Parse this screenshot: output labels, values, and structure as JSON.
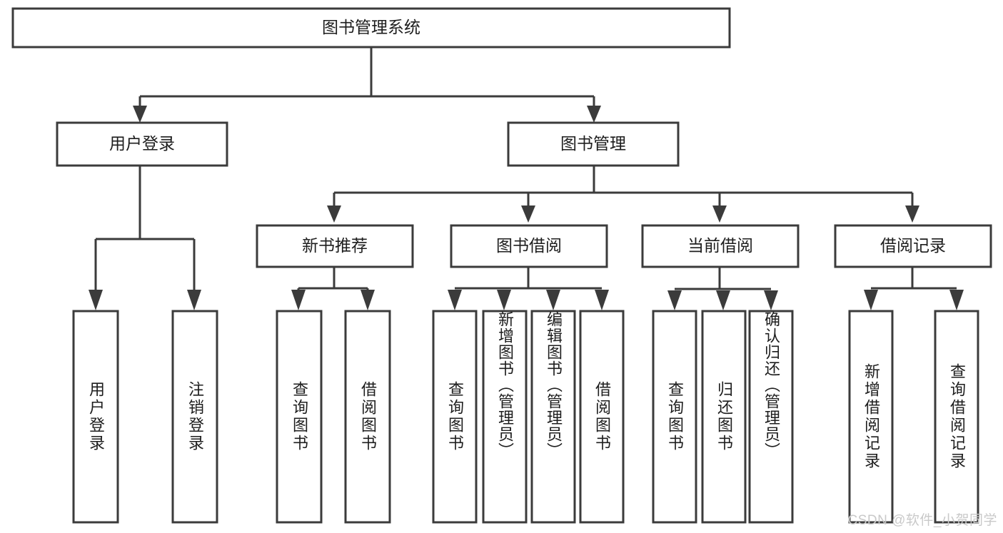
{
  "diagram": {
    "type": "tree-hierarchy",
    "title": "图书管理系统",
    "watermark": "CSDN @软件_小贺同学",
    "colors": {
      "stroke": "#3b3b3b",
      "box_fill": "#ffffff",
      "text": "#1d1d1d",
      "background": "#ffffff",
      "watermark": "#c9c9c9"
    },
    "root": {
      "label": "图书管理系统",
      "orientation": "horizontal"
    },
    "level1": [
      {
        "label": "用户登录",
        "orientation": "horizontal"
      },
      {
        "label": "图书管理",
        "orientation": "horizontal"
      }
    ],
    "level2": [
      {
        "label": "新书推荐",
        "orientation": "horizontal"
      },
      {
        "label": "图书借阅",
        "orientation": "horizontal"
      },
      {
        "label": "当前借阅",
        "orientation": "horizontal"
      },
      {
        "label": "借阅记录",
        "orientation": "horizontal"
      }
    ],
    "leaves": {
      "user_login": [
        {
          "label": "用户登录",
          "orientation": "vertical"
        },
        {
          "label": "注销登录",
          "orientation": "vertical"
        }
      ],
      "new_book_recommend": [
        {
          "label": "查询图书",
          "orientation": "vertical"
        },
        {
          "label": "借阅图书",
          "orientation": "vertical"
        }
      ],
      "book_borrow": [
        {
          "label": "查询图书",
          "orientation": "vertical"
        },
        {
          "label": "新增图书（管理员）",
          "orientation": "vertical"
        },
        {
          "label": "编辑图书（管理员）",
          "orientation": "vertical"
        },
        {
          "label": "借阅图书",
          "orientation": "vertical"
        }
      ],
      "current_borrow": [
        {
          "label": "查询图书",
          "orientation": "vertical"
        },
        {
          "label": "归还图书",
          "orientation": "vertical"
        },
        {
          "label": "确认归还（管理员）",
          "orientation": "vertical"
        }
      ],
      "borrow_record": [
        {
          "label": "新增借阅记录",
          "orientation": "vertical"
        },
        {
          "label": "查询借阅记录",
          "orientation": "vertical"
        }
      ]
    }
  }
}
